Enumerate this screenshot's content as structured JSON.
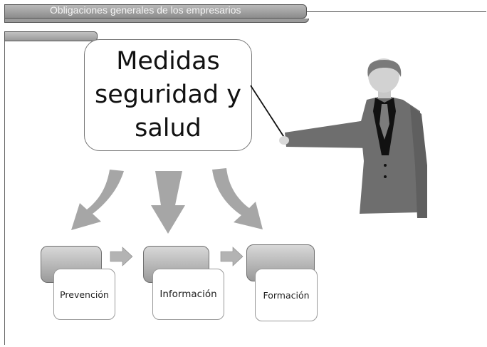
{
  "header": {
    "title": "Obligaciones generales de los empresarios"
  },
  "topic": {
    "lines": [
      "Medidas",
      "seguridad y",
      "salud"
    ]
  },
  "steps": [
    {
      "label": "Prevención"
    },
    {
      "label": "Información"
    },
    {
      "label": "Formación"
    }
  ],
  "colors": {
    "arrow": "#a6a6a6",
    "suit": "#6e6e6e",
    "shirt": "#111111",
    "tie": "#777777"
  },
  "icons": {
    "presenter": "presenter-figure",
    "arrows": "down-arrow",
    "connectors": "right-arrow"
  }
}
